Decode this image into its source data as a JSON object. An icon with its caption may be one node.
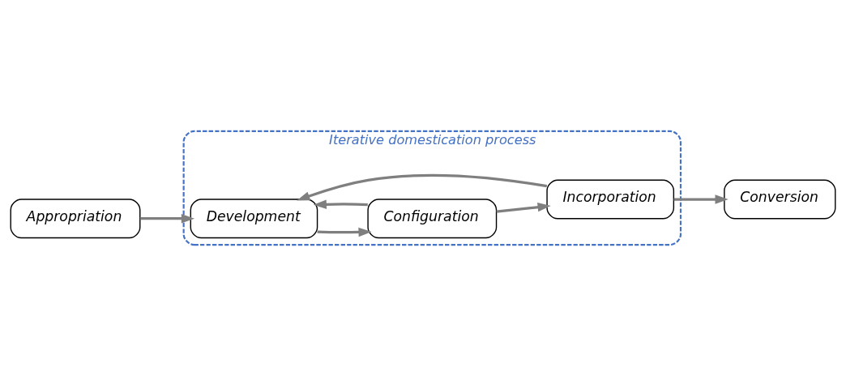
{
  "diagram": {
    "nodes": [
      {
        "text": [
          "Iterative domestication process"
        ]
      },
      {
        "text": [
          "Appropriation"
        ]
      },
      {
        "text": [
          "Development"
        ],
        "in": 0
      },
      {
        "text": [
          "Incorporation"
        ],
        "in": 0
      },
      {
        "text": [
          "Configuration"
        ],
        "in": 0
      },
      {
        "text": [
          "Conversion"
        ]
      }
    ],
    "edges": [
      {
        "from": 1,
        "to": 2,
        "arrow": "to"
      },
      {
        "from": 3,
        "to": 2,
        "arrow": "to"
      },
      {
        "from": 2,
        "to": 4,
        "arrow": "to"
      },
      {
        "from": 4,
        "to": 2,
        "arrow": "to"
      },
      {
        "from": 4,
        "to": 3,
        "arrow": "to"
      },
      {
        "from": 3,
        "to": 5,
        "arrow": "to"
      }
    ]
  }
}
